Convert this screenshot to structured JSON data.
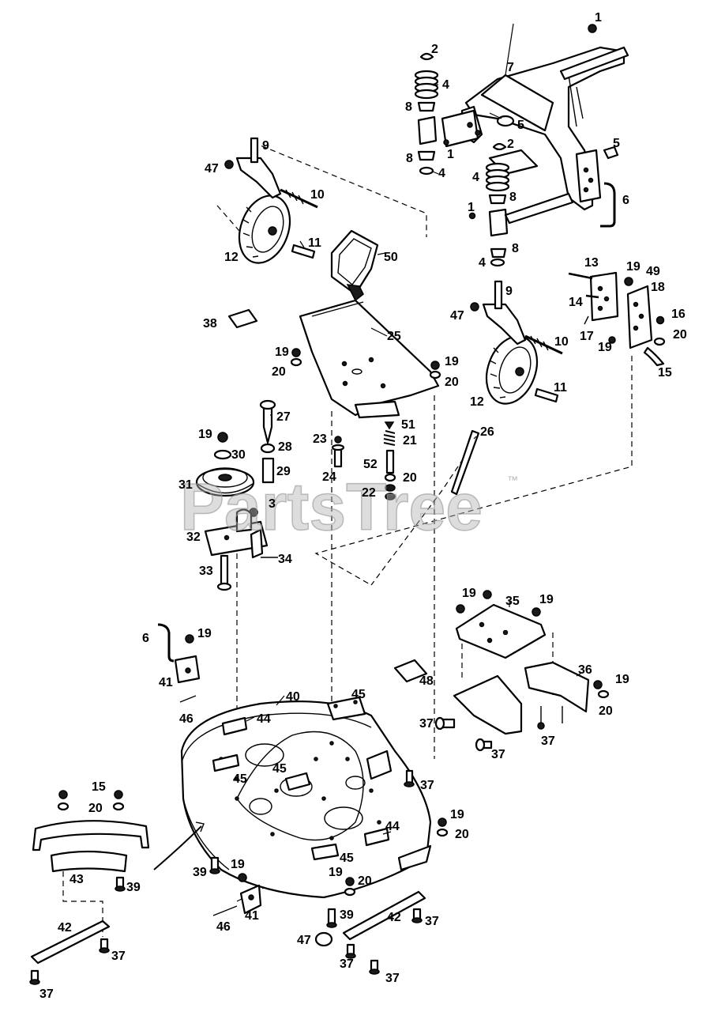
{
  "watermark": {
    "text": "PartsTree",
    "trademark": "™"
  },
  "callouts": {
    "c1": "1",
    "c2": "2",
    "c3": "3",
    "c4": "4",
    "c5": "5",
    "c6": "6",
    "c7": "7",
    "c8": "8",
    "c9": "9",
    "c10": "10",
    "c11": "11",
    "c12": "12",
    "c13": "13",
    "c14": "14",
    "c15": "15",
    "c16": "16",
    "c17": "17",
    "c18": "18",
    "c19": "19",
    "c20": "20",
    "c21": "21",
    "c22": "22",
    "c23": "23",
    "c24": "24",
    "c25": "25",
    "c26": "26",
    "c27": "27",
    "c28": "28",
    "c29": "29",
    "c30": "30",
    "c31": "31",
    "c32": "32",
    "c33": "33",
    "c34": "34",
    "c35": "35",
    "c36": "36",
    "c37": "37",
    "c38": "38",
    "c39": "39",
    "c40": "40",
    "c41": "41",
    "c42": "42",
    "c43": "43",
    "c44": "44",
    "c45": "45",
    "c46": "46",
    "c47": "47",
    "c48": "48",
    "c49": "49",
    "c50": "50",
    "c51": "51",
    "c52": "52"
  }
}
